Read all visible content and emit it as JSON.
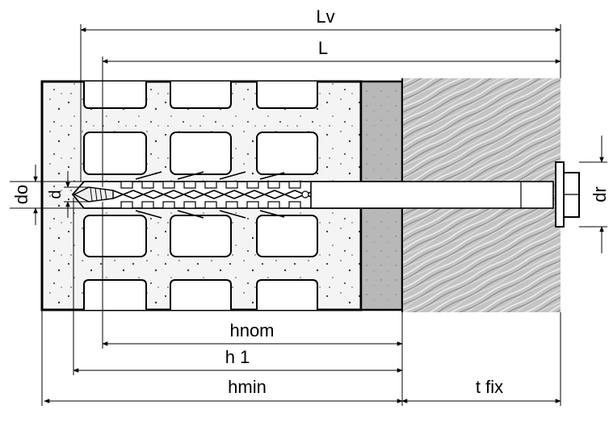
{
  "labels": {
    "lv": "Lv",
    "l": "L",
    "hnom": "hnom",
    "h1": "h 1",
    "hmin": "hmin",
    "tfix": "t fix",
    "do": "do",
    "d": "d",
    "dr": "dr"
  },
  "colors": {
    "line": "#000000",
    "brick_fill": "#f4f4f4",
    "plaster_fill": "#b8b8b8",
    "wood_fill": "#c9c9c9",
    "anchor_fill": "#ffffff",
    "cavity_fill": "#ffffff"
  }
}
